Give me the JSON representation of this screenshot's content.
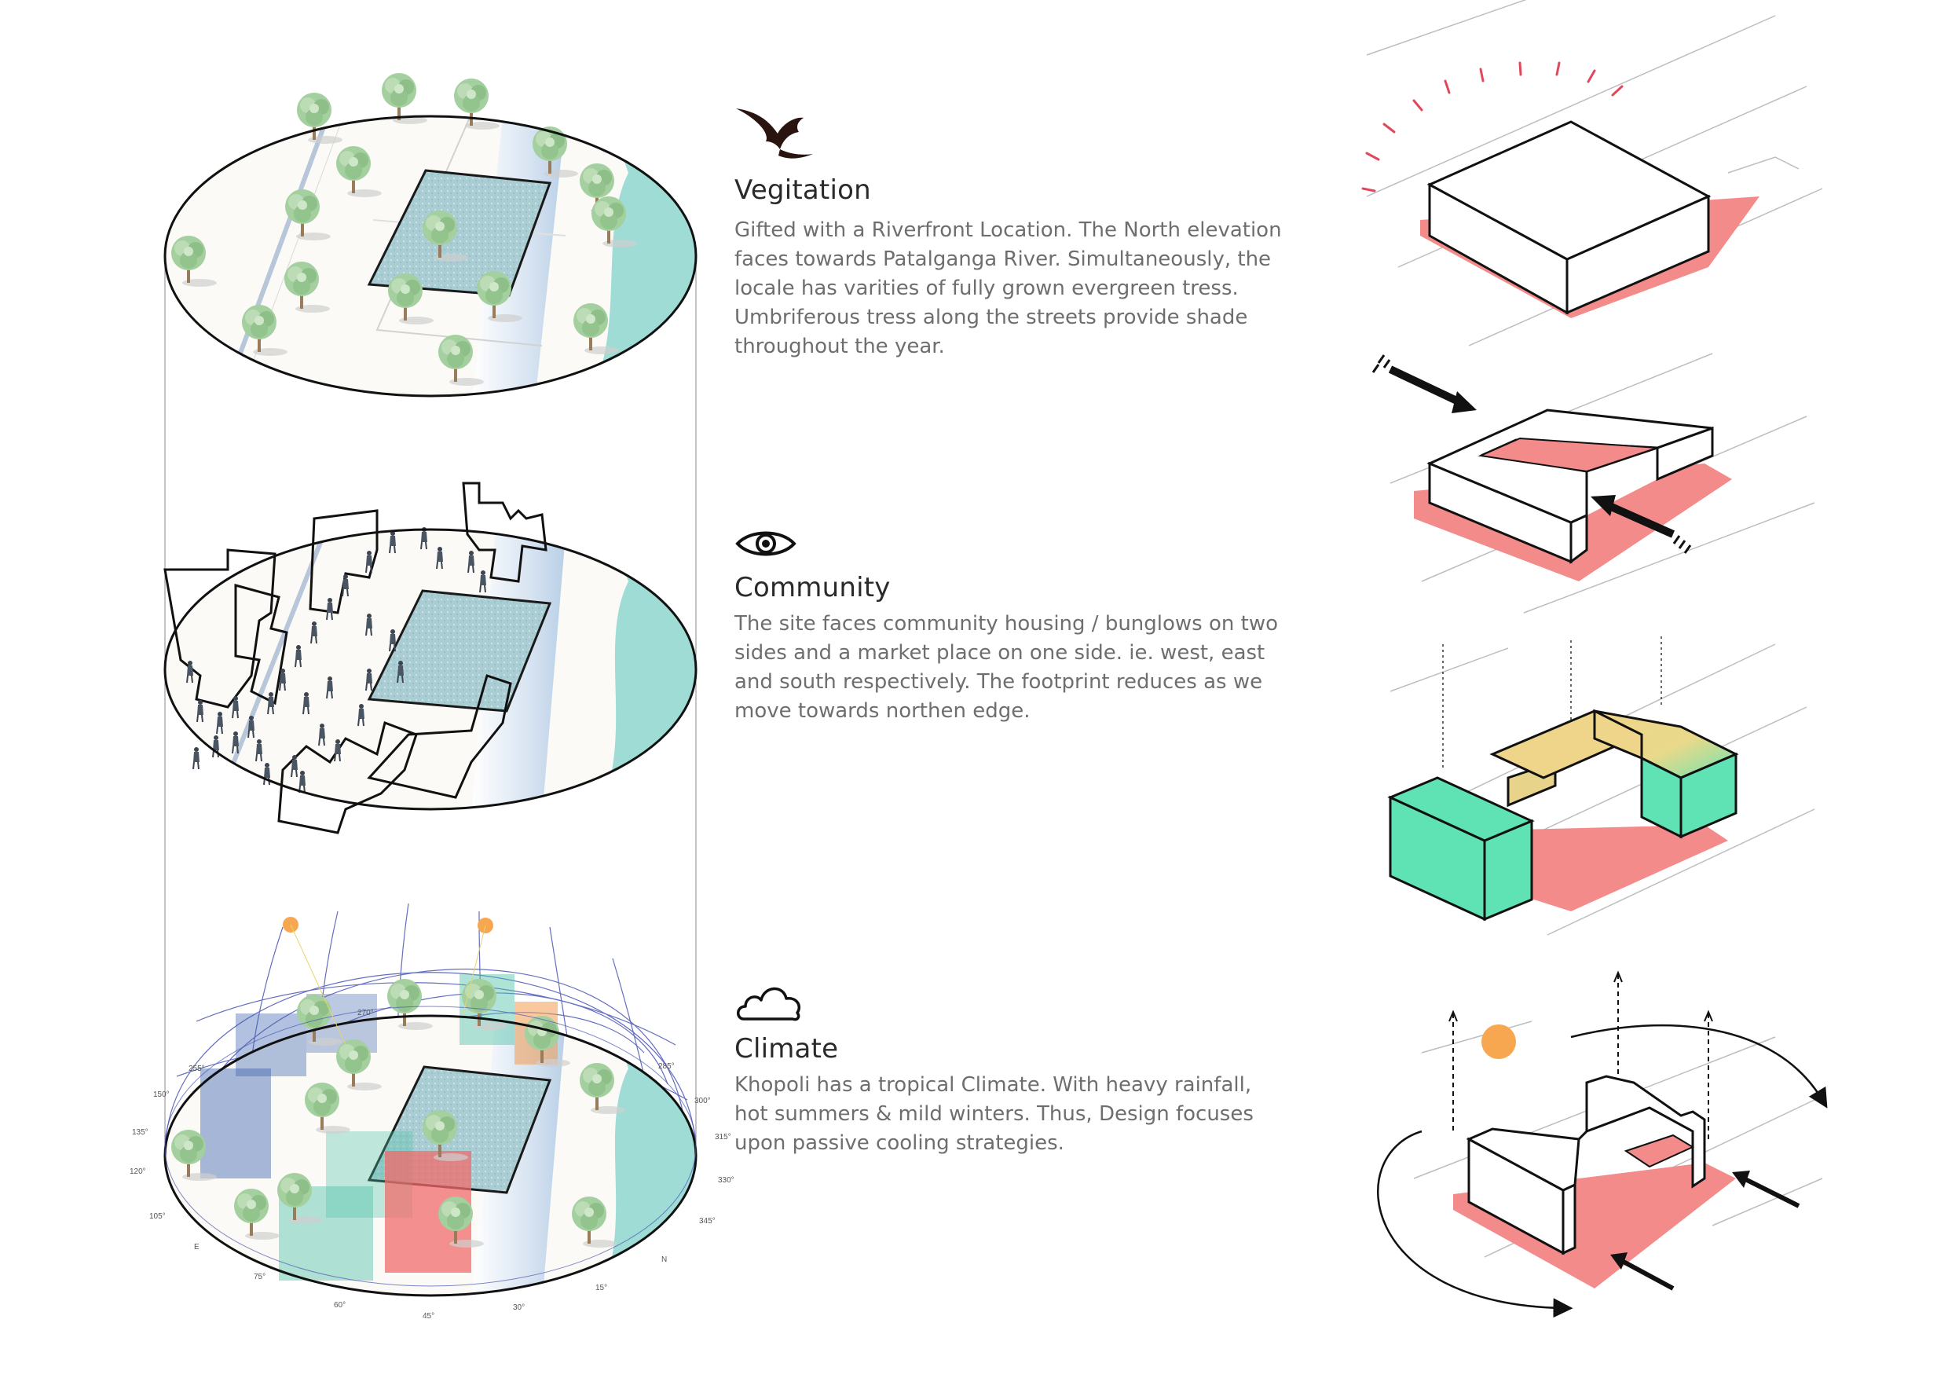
{
  "sections": [
    {
      "icon": "bird-icon",
      "title": "Vegitation",
      "lines": [
        "Gifted with a Riverfront Location. The North elevation",
        "faces towards Patalganga River. Simultaneously, the",
        "locale has varities of fully grown evergreen tress.",
        "Umbriferous tress along the streets provide shade",
        "throughout the year."
      ]
    },
    {
      "icon": "eye-icon",
      "title": "Community",
      "lines": [
        "The site faces community housing / bunglows on two",
        "sides and a market place on one side. ie. west, east",
        "and south respectively. The footprint reduces as we",
        "move towards northen edge."
      ]
    },
    {
      "icon": "cloud-icon",
      "title": "Climate",
      "lines": [
        "Khopoli has a tropical Climate. With heavy rainfall,",
        "hot summers & mild winters. Thus, Design focuses",
        "upon passive cooling strategies."
      ]
    }
  ],
  "sunpath": {
    "bearings": [
      "150°",
      "135°",
      "120°",
      "105°",
      "E",
      "75°",
      "60°",
      "45°",
      "30°",
      "15°",
      "N",
      "345°",
      "330°",
      "315°",
      "300°",
      "285°",
      "270°",
      "255°"
    ]
  },
  "colors": {
    "site_pink": "#f38b8b",
    "river_teal": "#9fdcd6",
    "plot_water": "#a9cdd3",
    "green_block": "#5fe3b4",
    "yellow_block": "#eed58a",
    "sun_orange": "#f7a750",
    "tree_green": "#9fc99a",
    "sunpath_blue": "#4a55b5"
  }
}
